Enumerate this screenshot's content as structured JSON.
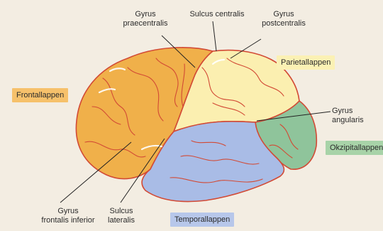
{
  "labels": {
    "gyrus_praecentralis": "Gyrus\npraecentralis",
    "sulcus_centralis": "Sulcus centralis",
    "gyrus_postcentralis": "Gyrus\npostcentralis",
    "gyrus_angularis": "Gyrus angularis",
    "gyrus_frontalis_inferior": "Gyrus\nfrontalis inferior",
    "sulcus_lateralis": "Sulcus\nlateralis"
  },
  "lobes": {
    "frontal": {
      "label": "Frontallappen",
      "color": "#f6c16b"
    },
    "parietal": {
      "label": "Parietallappen",
      "color": "#fbf1b4"
    },
    "occipital": {
      "label": "Okzipitallappen",
      "color": "#a8d3a8"
    },
    "temporal": {
      "label": "Temporallappen",
      "color": "#b7c7ea"
    }
  },
  "colors": {
    "background": "#f3ede2",
    "outline": "#d24a35",
    "frontal_fill": "#f0b04a",
    "parietal_fill": "#fbefb0",
    "temporal_fill": "#a9bce6",
    "occipital_fill": "#8fc49b",
    "leader_line": "#222222"
  }
}
